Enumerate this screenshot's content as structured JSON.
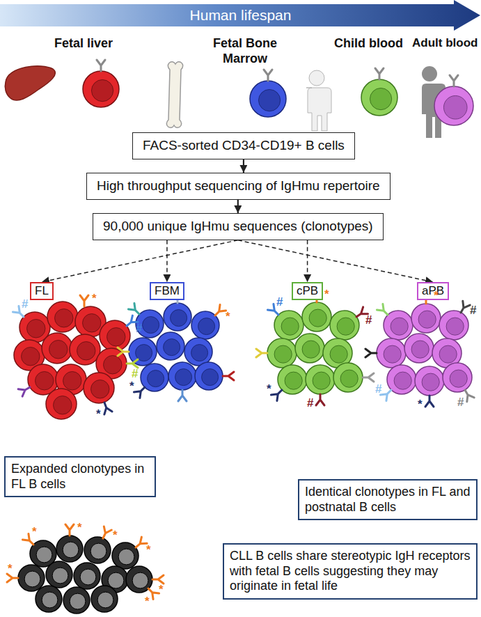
{
  "diagram": {
    "nodes": [
      {
        "text": [
          "Human lifespan"
        ]
      },
      {
        "text": [
          "FACS-sorted CD34-CD19+ B cells"
        ]
      },
      {
        "text": [
          "High throughput sequencing of IgHmu repertoire"
        ]
      },
      {
        "text": [
          "90,000 unique IgHmu sequences (clonotypes)"
        ]
      },
      {
        "text": [
          "FL"
        ]
      },
      {
        "text": [
          "FBM"
        ]
      },
      {
        "text": [
          "cPB"
        ]
      },
      {
        "text": [
          "aPB"
        ]
      },
      {
        "text": [
          "Expanded clonotypes in FL B cells"
        ]
      },
      {
        "text": [
          "Identical clonotypes in FL and postnatal B cells"
        ]
      },
      {
        "text": [
          "CLL B cells share stereotypic IgH receptors with fetal B cells suggesting they may originate in fetal life"
        ]
      }
    ],
    "edges": [
      {
        "from": 1,
        "to": 2,
        "arrow": "to"
      },
      {
        "from": 2,
        "to": 3,
        "arrow": "to"
      },
      {
        "from": 3,
        "to": 4,
        "arrow": "to"
      },
      {
        "from": 3,
        "to": 5,
        "arrow": "to"
      },
      {
        "from": 3,
        "to": 6,
        "arrow": "to"
      },
      {
        "from": 3,
        "to": 7,
        "arrow": "to"
      }
    ],
    "labels": [
      "Fetal liver",
      "Fetal Bone Marrow",
      "Child blood",
      "Adult blood",
      "*",
      "#",
      "#",
      "#",
      "*",
      "*",
      "*",
      "#",
      "*",
      "#",
      "*",
      "#",
      "*",
      "#",
      "#",
      "#",
      "*",
      "*",
      "*",
      "*",
      "*",
      "*",
      "*",
      "*"
    ]
  }
}
